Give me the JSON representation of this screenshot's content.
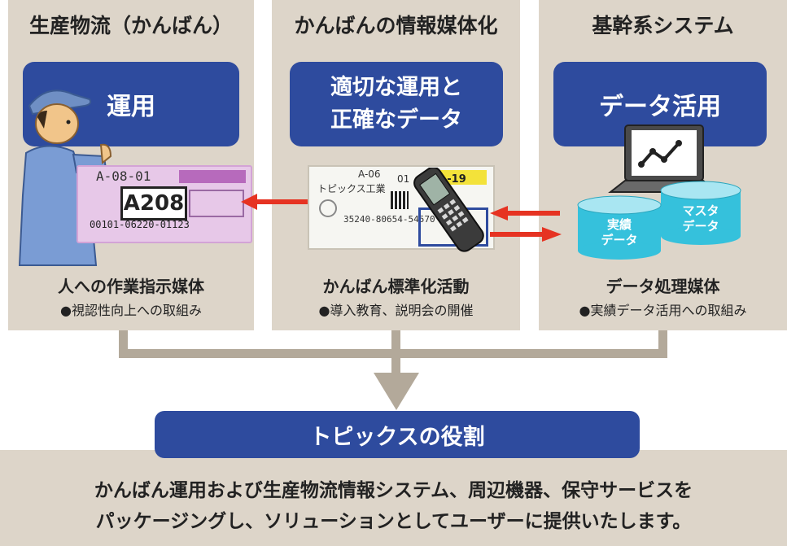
{
  "columns": [
    {
      "title": "生産物流（かんばん）",
      "box_label": "運用",
      "caption": "人への作業指示媒体",
      "subcaption": "●視認性向上への取組み"
    },
    {
      "title": "かんばんの情報媒体化",
      "box_label_line1": "適切な運用と",
      "box_label_line2": "正確なデータ",
      "caption": "かんばん標準化活動",
      "subcaption": "●導入教育、説明会の開催"
    },
    {
      "title": "基幹系システム",
      "box_label": "データ活用",
      "caption": "データ処理媒体",
      "subcaption": "●実績データ活用への取組み"
    }
  ],
  "kanban_card": {
    "code": "A208",
    "top_text": "A-08-01",
    "number": "00101-06220-01123"
  },
  "info_card": {
    "part": "A-06",
    "company": "トピックス工業",
    "number": "35240-80654-54570",
    "field": "01",
    "field2": "-19"
  },
  "databases": {
    "left": [
      "実績",
      "データ"
    ],
    "right": [
      "マスタ",
      "データ"
    ]
  },
  "role_title": "トピックスの役割",
  "bottom_text": {
    "line1": "かんばん運用および生産物流情報システム、周辺機器、保守サービスを",
    "line2": "パッケージングし、ソリューションとしてユーザーに提供いたします。"
  },
  "colors": {
    "panel": "#ddd5c9",
    "blue": "#2e4b9e",
    "arrow_red": "#e63322",
    "connector": "#b3a99a",
    "db_cyan": "#35c1dc"
  }
}
